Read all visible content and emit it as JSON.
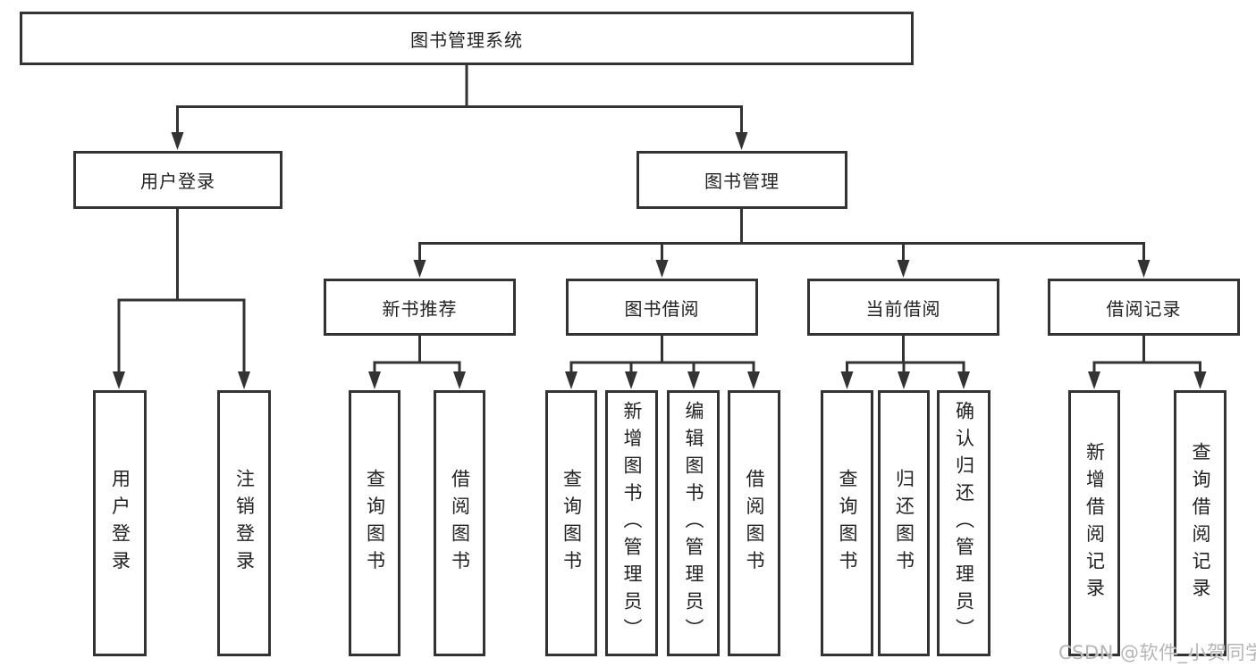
{
  "tree": {
    "root": {
      "label": "图书管理系统"
    },
    "branches": [
      {
        "label": "用户登录",
        "children": [
          {
            "label": "用户登录"
          },
          {
            "label": "注销登录"
          }
        ]
      },
      {
        "label": "图书管理",
        "children": [
          {
            "label": "新书推荐",
            "children": [
              {
                "label": "查询图书"
              },
              {
                "label": "借阅图书"
              }
            ]
          },
          {
            "label": "图书借阅",
            "children": [
              {
                "label": "查询图书"
              },
              {
                "label": "新增图书（管理员）"
              },
              {
                "label": "编辑图书（管理员）"
              },
              {
                "label": "借阅图书"
              }
            ]
          },
          {
            "label": "当前借阅",
            "children": [
              {
                "label": "查询图书"
              },
              {
                "label": "归还图书"
              },
              {
                "label": "确认归还（管理员）"
              }
            ]
          },
          {
            "label": "借阅记录",
            "children": [
              {
                "label": "新增借阅记录"
              },
              {
                "label": "查询借阅记录"
              }
            ]
          }
        ]
      }
    ]
  },
  "watermark": {
    "text": "CSDN @软件_小贺同学"
  },
  "colors": {
    "line": "#333333",
    "box_border": "#333333",
    "text": "#222222",
    "watermark": "#b6b6b6",
    "background": "#ffffff"
  }
}
